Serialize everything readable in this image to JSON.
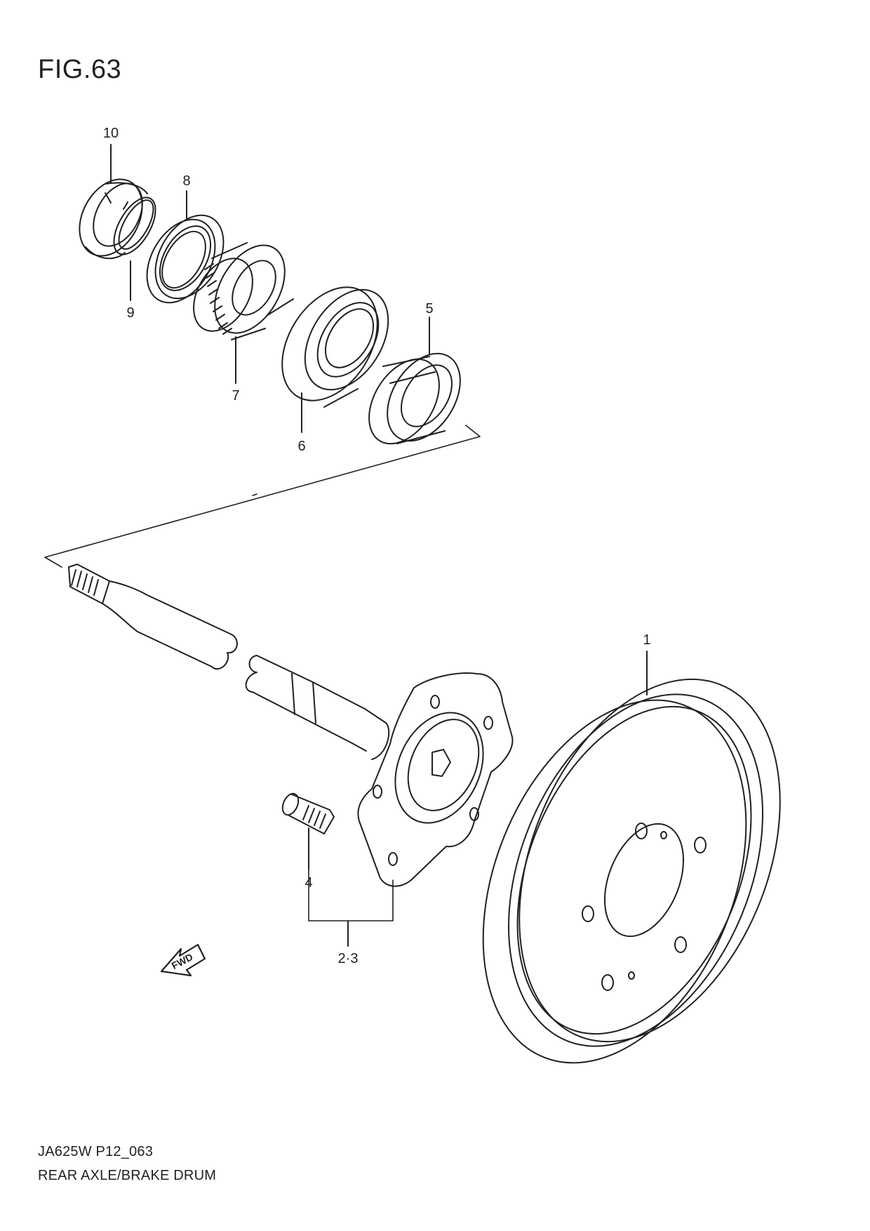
{
  "figure": {
    "title": "FIG.63"
  },
  "callouts": {
    "c1": "1",
    "c23": "2·3",
    "c4": "4",
    "c5": "5",
    "c6": "6",
    "c7": "7",
    "c8": "8",
    "c9": "9",
    "c10": "10"
  },
  "direction_arrow": {
    "label": "FWD"
  },
  "footer": {
    "code": "JA625W P12_063",
    "caption": "REAR AXLE/BRAKE DRUM"
  }
}
